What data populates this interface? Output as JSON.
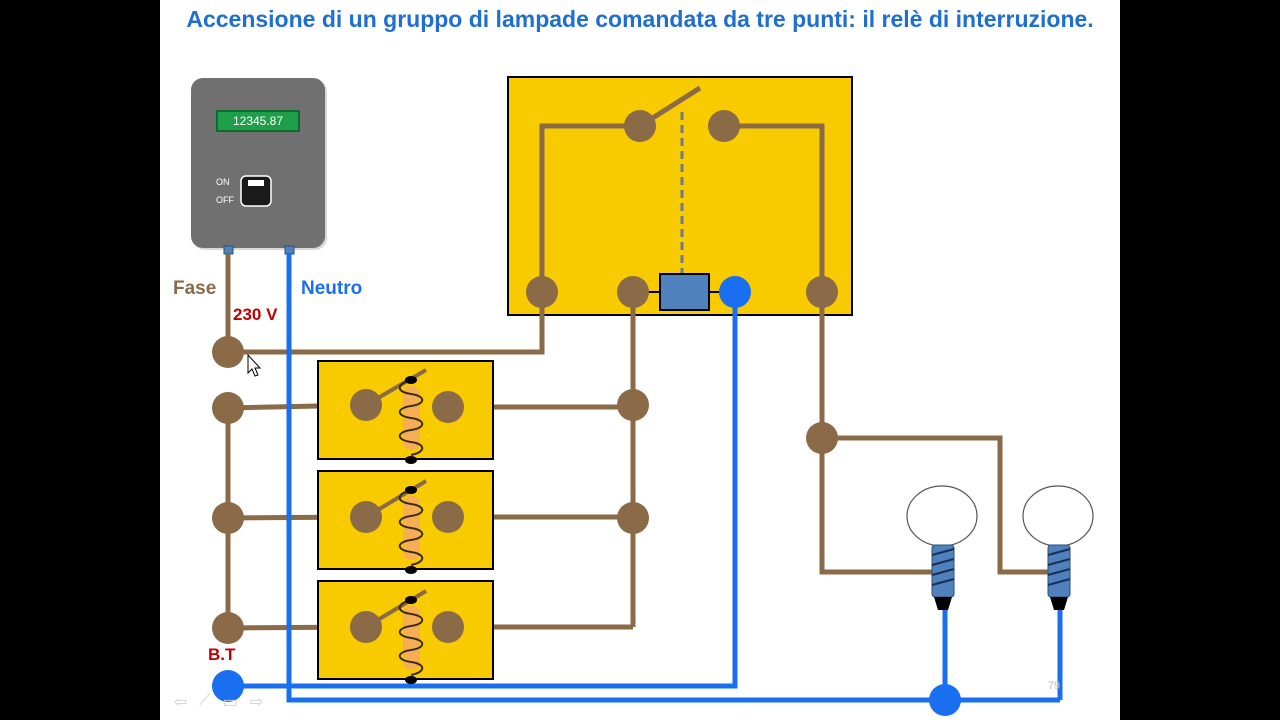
{
  "slide": {
    "title": "Accensione di un gruppo di lampade comandata da tre punti: il relè di interruzione.",
    "page_number": "79"
  },
  "meter": {
    "reading": "12345.87",
    "on_label": "ON",
    "off_label": "OFF"
  },
  "labels": {
    "fase": "Fase",
    "neutro": "Neutro",
    "voltage": "230 V",
    "bt": "B.T"
  },
  "colors": {
    "title": "#1f6fd1",
    "phase_wire": "#8b6a48",
    "neutral_wire": "#1a6ff0",
    "relay_box": "#f8ca00",
    "coil": "#4f81bd",
    "voltage_label": "#c00000"
  },
  "navigation": {
    "prev_icon": "arrow-left-icon",
    "pen_icon": "pen-icon",
    "menu_icon": "square-icon",
    "next_icon": "arrow-right-icon"
  }
}
